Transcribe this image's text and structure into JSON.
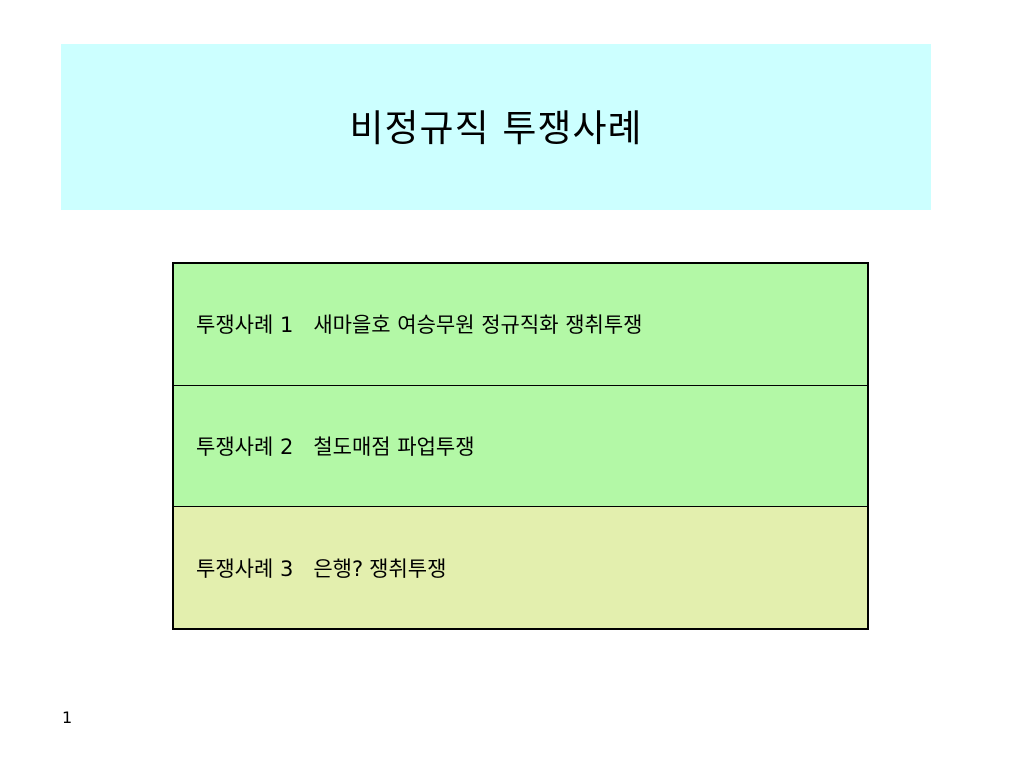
{
  "slide": {
    "title": "비정규직 투쟁사례",
    "title_bg": "#ccffff",
    "page_number": "1"
  },
  "cases": [
    {
      "label": "투쟁사례 1",
      "description": "새마을호 여승무원 정규직화 쟁취투쟁",
      "bg": "#b3f8a6"
    },
    {
      "label": "투쟁사례 2",
      "description": "철도매점 파업투쟁",
      "bg": "#b3f8a6"
    },
    {
      "label": "투쟁사례 3",
      "description_part1": "은행?",
      "description_part2": "쟁취투쟁",
      "bg": "#e3efae"
    }
  ]
}
